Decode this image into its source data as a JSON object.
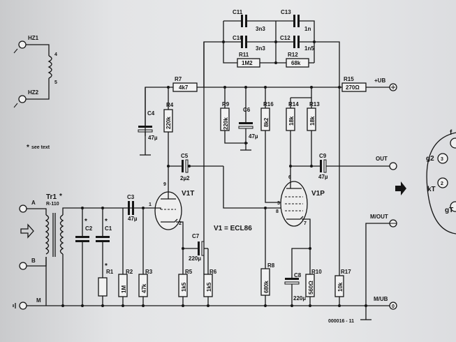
{
  "inputs": {
    "hz1": "HZ1",
    "hz2": "HZ2",
    "coil_pin_top": "4",
    "coil_pin_bottom": "5",
    "a": "A",
    "b": "B",
    "m": "M"
  },
  "note": "see text",
  "transformer": {
    "name": "Tr1",
    "type": "R-110"
  },
  "components": {
    "c1": "C1",
    "c2": "C2",
    "c3": "C3",
    "c3_val": "47µ",
    "r1": "R1",
    "r2": "R2",
    "r2_val": "1M",
    "r3": "R3",
    "r3_val": "47k",
    "c4": "C4",
    "c4_val": "47µ",
    "r4": "R4",
    "r4_val": "220k",
    "r7": "R7",
    "r7_val": "4k7",
    "c5": "C5",
    "c5_val": "2µ2",
    "c7": "C7",
    "c7_val": "220µ",
    "r5": "R5",
    "r5_val": "1k5",
    "r6": "R6",
    "r6_val": "1k5",
    "r9": "R9",
    "r9_val": "220k",
    "c6": "C6",
    "c6_val": "47µ",
    "r16": "R16",
    "r16_val": "8k2",
    "r14": "R14",
    "r14_val": "18k",
    "r13": "R13",
    "r13_val": "18k",
    "c9": "C9",
    "c9_val": "47µ",
    "r15": "R15",
    "r15_val": "270Ω",
    "c11": "C11",
    "c11_val": "3n3",
    "c13": "C13",
    "c13_val": "1n",
    "c10": "C10",
    "c10_val": "3n3",
    "c12": "C12",
    "c12_val": "1n5",
    "r11": "R11",
    "r11_val": "1M2",
    "r12": "R12",
    "r12_val": "68k",
    "r8": "R8",
    "r8_val": "680k",
    "c8": "C8",
    "c8_val": "220µ",
    "r10": "R10",
    "r10_val": "560Ω",
    "r17": "R17",
    "r17_val": "10k"
  },
  "tubes": {
    "v1t": "V1T",
    "v1p": "V1P",
    "spec": "V1 = ECL86",
    "pin9": "9",
    "pin1": "1",
    "pin2": "2",
    "pin6": "6",
    "pin3": "3",
    "pin8": "8",
    "pin7": "7"
  },
  "outputs": {
    "ub": "+UB",
    "out": "OUT",
    "mout": "M/OUT",
    "mub": "M/UB"
  },
  "figure_id": "000016 - 11",
  "side": {
    "f": "f",
    "g2": "g2",
    "kt": "kT",
    "gt": "gT",
    "p3": "3",
    "p2": "2"
  }
}
